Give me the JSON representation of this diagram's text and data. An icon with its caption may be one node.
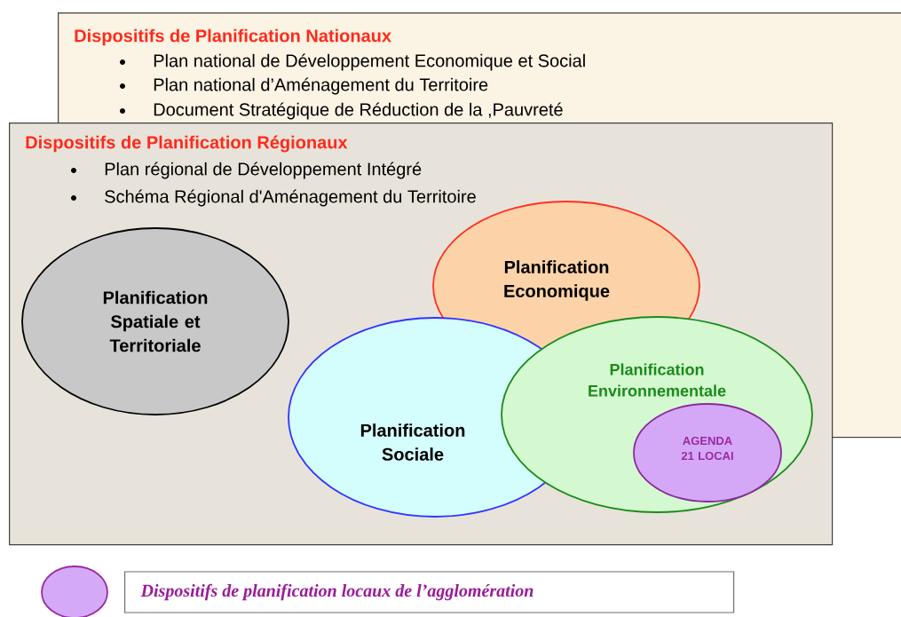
{
  "diagram": {
    "nodes": [
      {
        "text": [
          "Dispositifs de Planification Nationaux",
          "Plan national de Développement Economique et Social",
          "Plan national d’Aménagement du Territoire",
          "Document Stratégique de Réduction de la ,Pauvreté"
        ]
      },
      {
        "text": [
          "Dispositifs de Planification Régionaux",
          "Plan régional de Développement Intégré",
          "Schéma Régional d'Aménagement du Territoire"
        ]
      },
      {
        "text": [
          "Planification Spatiale et Territoriale"
        ],
        "in": 1
      },
      {
        "text": [
          "Planification Economique"
        ]
      },
      {
        "text": [
          "Planification Sociale"
        ],
        "in": 1
      },
      {
        "text": [
          "Planification Environnementale"
        ],
        "in": 1
      },
      {
        "text": [
          "AGENDA 21 LOCAI"
        ],
        "in": 5
      }
    ],
    "legend": [
      {
        "text": "Dispositifs de planification locaux de l’agglomération",
        "color": "#d4aaf7"
      }
    ]
  }
}
